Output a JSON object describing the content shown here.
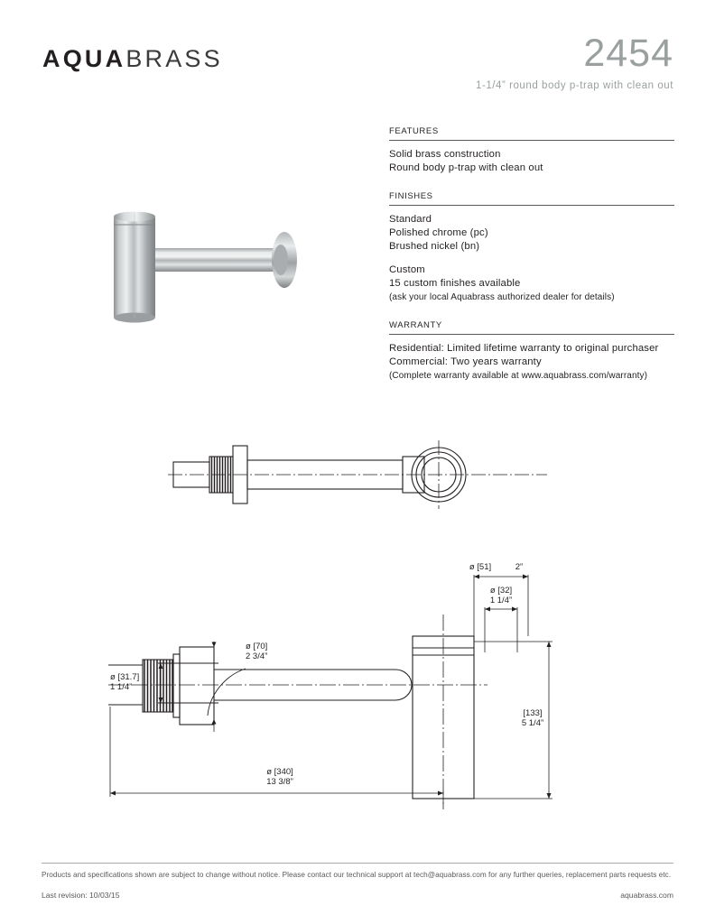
{
  "header": {
    "logo_bold": "AQUA",
    "logo_light": "BRASS",
    "model_number": "2454",
    "model_description": "1-1/4” round body p-trap with clean out"
  },
  "sections": {
    "features": {
      "heading": "FEATURES",
      "lines": [
        "Solid brass construction",
        "Round body p-trap with clean out"
      ]
    },
    "finishes": {
      "heading": "FINISHES",
      "standard_label": "Standard",
      "standard_items": [
        "Polished chrome (pc)",
        "Brushed nickel (bn)"
      ],
      "custom_label": "Custom",
      "custom_line": "15 custom finishes available",
      "custom_note": "(ask your local Aquabrass authorized dealer for details)"
    },
    "warranty": {
      "heading": "WARRANTY",
      "residential": "Residential: Limited lifetime warranty to original purchaser",
      "commercial": "Commercial: Two years warranty",
      "note": "(Complete warranty available at www.aquabrass.com/warranty)"
    }
  },
  "product_image": {
    "alt": "Brushed nickel round body p-trap with clean out"
  },
  "drawings": {
    "top_view": {
      "name": "top-view-technical-drawing"
    },
    "side_view": {
      "name": "side-elevation-technical-drawing",
      "dimensions": {
        "inlet_diameter_mm": "ø [31.7]",
        "inlet_diameter_in": "1  1/4”",
        "flange_diameter_mm": "ø [70]",
        "flange_diameter_in": "2 3/4”",
        "body_outer_mm": "ø [51]",
        "body_outer_in": "2”",
        "body_inner_mm": "ø [32]",
        "body_inner_in": "1 1/4”",
        "height_mm": "[133]",
        "height_in": "5 1/4”",
        "length_mm": "ø [340]",
        "length_in": "13 3/8”"
      }
    }
  },
  "footer": {
    "disclaimer": "Products and specifications shown are subject to change without notice. Please contact our technical support at tech@aquabrass.com for any further queries, replacement parts requests etc.",
    "revision": "Last revision: 10/03/15",
    "website": "aquabrass.com"
  },
  "colors": {
    "text": "#231f20",
    "muted": "#9aa0a0",
    "rule": "#58595b"
  }
}
